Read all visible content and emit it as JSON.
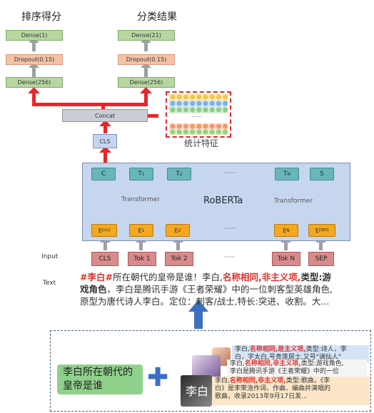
{
  "headings": {
    "rank": "排序得分",
    "classify": "分类结果"
  },
  "left_stack": {
    "dense_top": "Dense(1)",
    "dropout": "Dropout(0.15)",
    "dense_bottom": "Dense(256)"
  },
  "right_stack": {
    "dense_top": "Dense(21)",
    "dropout": "Dropout(0.15)",
    "dense_bottom": "Dense(256)"
  },
  "concat": "Concat",
  "cls_out": "CLS",
  "stat": {
    "dots": "......",
    "label": "统计特征"
  },
  "bert": {
    "name": "RoBERTa",
    "transformer_left": "Transformer",
    "transformer_right": "Transformer",
    "top": [
      "C",
      "T",
      "T",
      "T",
      "S"
    ],
    "top_subs": [
      "",
      "1",
      "2",
      "N",
      ""
    ],
    "emb": [
      "E",
      "E",
      "E",
      "E",
      "E"
    ],
    "emb_subs": [
      "[cls]",
      "1",
      "2",
      "N",
      "[SEP]"
    ],
    "ellipsis": "······"
  },
  "inputs": [
    "CLS",
    "Tok 1",
    "Tok 2",
    "Tok N",
    "SEP"
  ],
  "input_ellipsis": "······",
  "input_label": "Input",
  "text_label": "Text",
  "text": {
    "seg1": "#李白#",
    "seg2": "所在朝代的皇帝是谁！李白,",
    "seg3": "名称相同,",
    "seg4": "非主义项,",
    "seg5": "类型:游",
    "seg6": "戏角色",
    "seg7": "，李白是腾讯手游《王者荣耀》中的一位刺客型英雄角色,",
    "line3": "原型为唐代诗人李白。定位：刺客/战士,特长:突进、收割。大..."
  },
  "query": "李白所在朝代的皇帝是谁",
  "plus": "✚",
  "cards": [
    {
      "a": "李白,",
      "b": "名称相同,是主义项,",
      "c": "类型:诗人，李",
      "d": "白，字太白,号青莲居士,又号\"谪仙人\""
    },
    {
      "a": "李白,",
      "b": "名称相同,非主义项,",
      "c": "类型:游戏角色,",
      "d": "李白是腾讯手游《王者荣耀》中的一位"
    },
    {
      "a": "李白,",
      "b": "名称相同,非主义项,",
      "c": "类型:歌曲，《李",
      "d": "白》是李荣浩作词、作曲、编曲并演唱的",
      "e": "歌曲，收录2013年9月17日发..."
    }
  ],
  "colors": {
    "red_arrow": "#e8262a",
    "grey_arrow": "#9aa0a6",
    "blue_arrow": "#3b6fc4",
    "query_bg": "#8fd18a"
  }
}
